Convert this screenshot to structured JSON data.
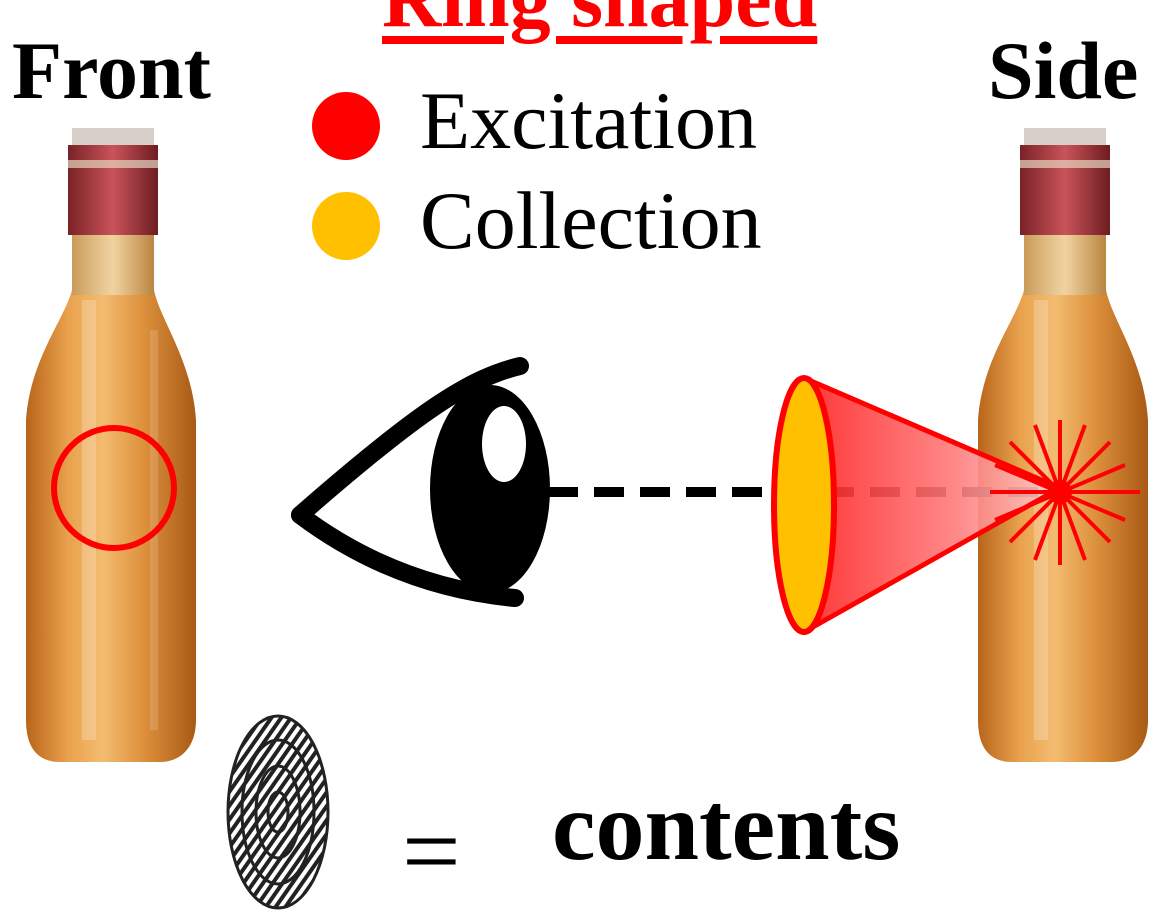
{
  "title": "Ring shaped",
  "views": {
    "front": "Front",
    "side": "Side"
  },
  "legend": [
    {
      "label": "Excitation",
      "color": "#ff0000"
    },
    {
      "label": "Collection",
      "color": "#ffc000"
    }
  ],
  "equation": {
    "symbol": "=",
    "text": "contents"
  },
  "icons": {
    "eye": "eye-icon",
    "fingerprint": "fingerprint-icon",
    "laser": "laser-burst-icon"
  },
  "colors": {
    "accent": "#ff0000",
    "collection": "#ffc000",
    "liquid": "#d8892f"
  }
}
